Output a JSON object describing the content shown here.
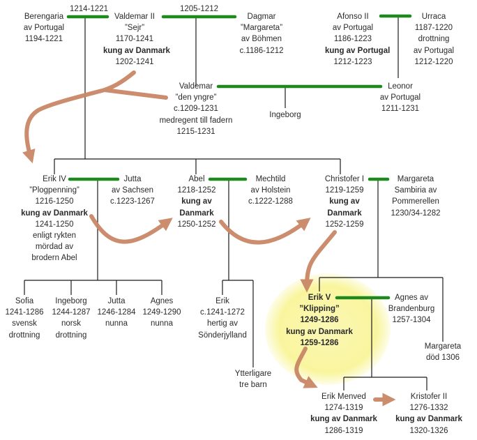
{
  "colors": {
    "marriage_line": "#1e8a1e",
    "descent_line": "#1a1a1a",
    "succession_arrow": "#c98766",
    "highlight": "#f8f39a"
  },
  "marriage_dates": {
    "berengaria_valdemar": "1214-1221",
    "valdemar_dagmar": "1205-1212"
  },
  "people": {
    "berengaria": [
      "Berengaria",
      "av Portugal",
      "1194-1221"
    ],
    "valdemar2": {
      "name": "Valdemar II",
      "nick": "”Sejr”",
      "life": "1170-1241",
      "title": "kung av Danmark",
      "reign": "1202-1241"
    },
    "dagmar": [
      "Dagmar",
      "”Margareta”",
      "av Böhmen",
      "c.1186-1212"
    ],
    "afonso": {
      "name": "Afonso II",
      "line2": "av Portugal",
      "life": "1186-1223",
      "title": "kung av Portugal",
      "reign": "1212-1223"
    },
    "urraca": [
      "Urraca",
      "1187-1220",
      "drottning",
      "av Portugal",
      "1212-1220"
    ],
    "valdemar_yngre": [
      "Valdemar",
      "”den yngre”",
      "c.1209-1231",
      "medregent till fadern",
      "1215-1231"
    ],
    "ingeborg_v": "Ingeborg",
    "leonor": [
      "Leonor",
      "av Portugal",
      "1211-1231"
    ],
    "erik4": {
      "name": "Erik IV",
      "nick": "”Plogpenning”",
      "life": "1216-1250",
      "title": "kung av Danmark",
      "reign": "1241-1250",
      "note1": "enligt rykten",
      "note2": "mördad av",
      "note3": "brodern Abel"
    },
    "jutta_s": [
      "Jutta",
      "av Sachsen",
      "c.1223-1267"
    ],
    "abel": {
      "name": "Abel",
      "life": "1218-1252",
      "title1": "kung av",
      "title2": "Danmark",
      "reign": "1250-1252"
    },
    "mechtild": [
      "Mechtild",
      "av Holstein",
      "c.1222-1288"
    ],
    "christofer1": {
      "name": "Christofer I",
      "life": "1219-1259",
      "title1": "kung av",
      "title2": "Danmark",
      "reign": "1252-1259"
    },
    "margareta_s": [
      "Margareta",
      "Sambiria av",
      "Pommerellen",
      "1230/34-1282"
    ],
    "sofia": [
      "Sofia",
      "1241-1286",
      "svensk",
      "drottning"
    ],
    "ingeborg_e": [
      "Ingeborg",
      "1244-1287",
      "norsk",
      "drottning"
    ],
    "jutta_e": [
      "Jutta",
      "1246-1284",
      "nunna"
    ],
    "agnes_e": [
      "Agnes",
      "1249-1290",
      "nunna"
    ],
    "erik_a": [
      "Erik",
      "c.1241-1272",
      "hertig av",
      "Sönderjylland"
    ],
    "ytterligare": [
      "Ytterligare",
      "tre barn"
    ],
    "erik5": [
      "Erik V",
      "”Klipping”",
      "1249-1286",
      "kung av Danmark",
      "1259-1286"
    ],
    "agnes_b": [
      "Agnes av",
      "Brandenburg",
      "1257-1304"
    ],
    "margareta_d": [
      "Margareta",
      "död 1306"
    ],
    "erik_menved": {
      "name": "Erik Menved",
      "life": "1274-1319",
      "title": "kung av Danmark",
      "reign": "1286-1319"
    },
    "kristofer2": {
      "name": "Kristofer II",
      "life": "1276-1332",
      "title": "kung av Danmark",
      "reign": "1320-1326"
    }
  }
}
